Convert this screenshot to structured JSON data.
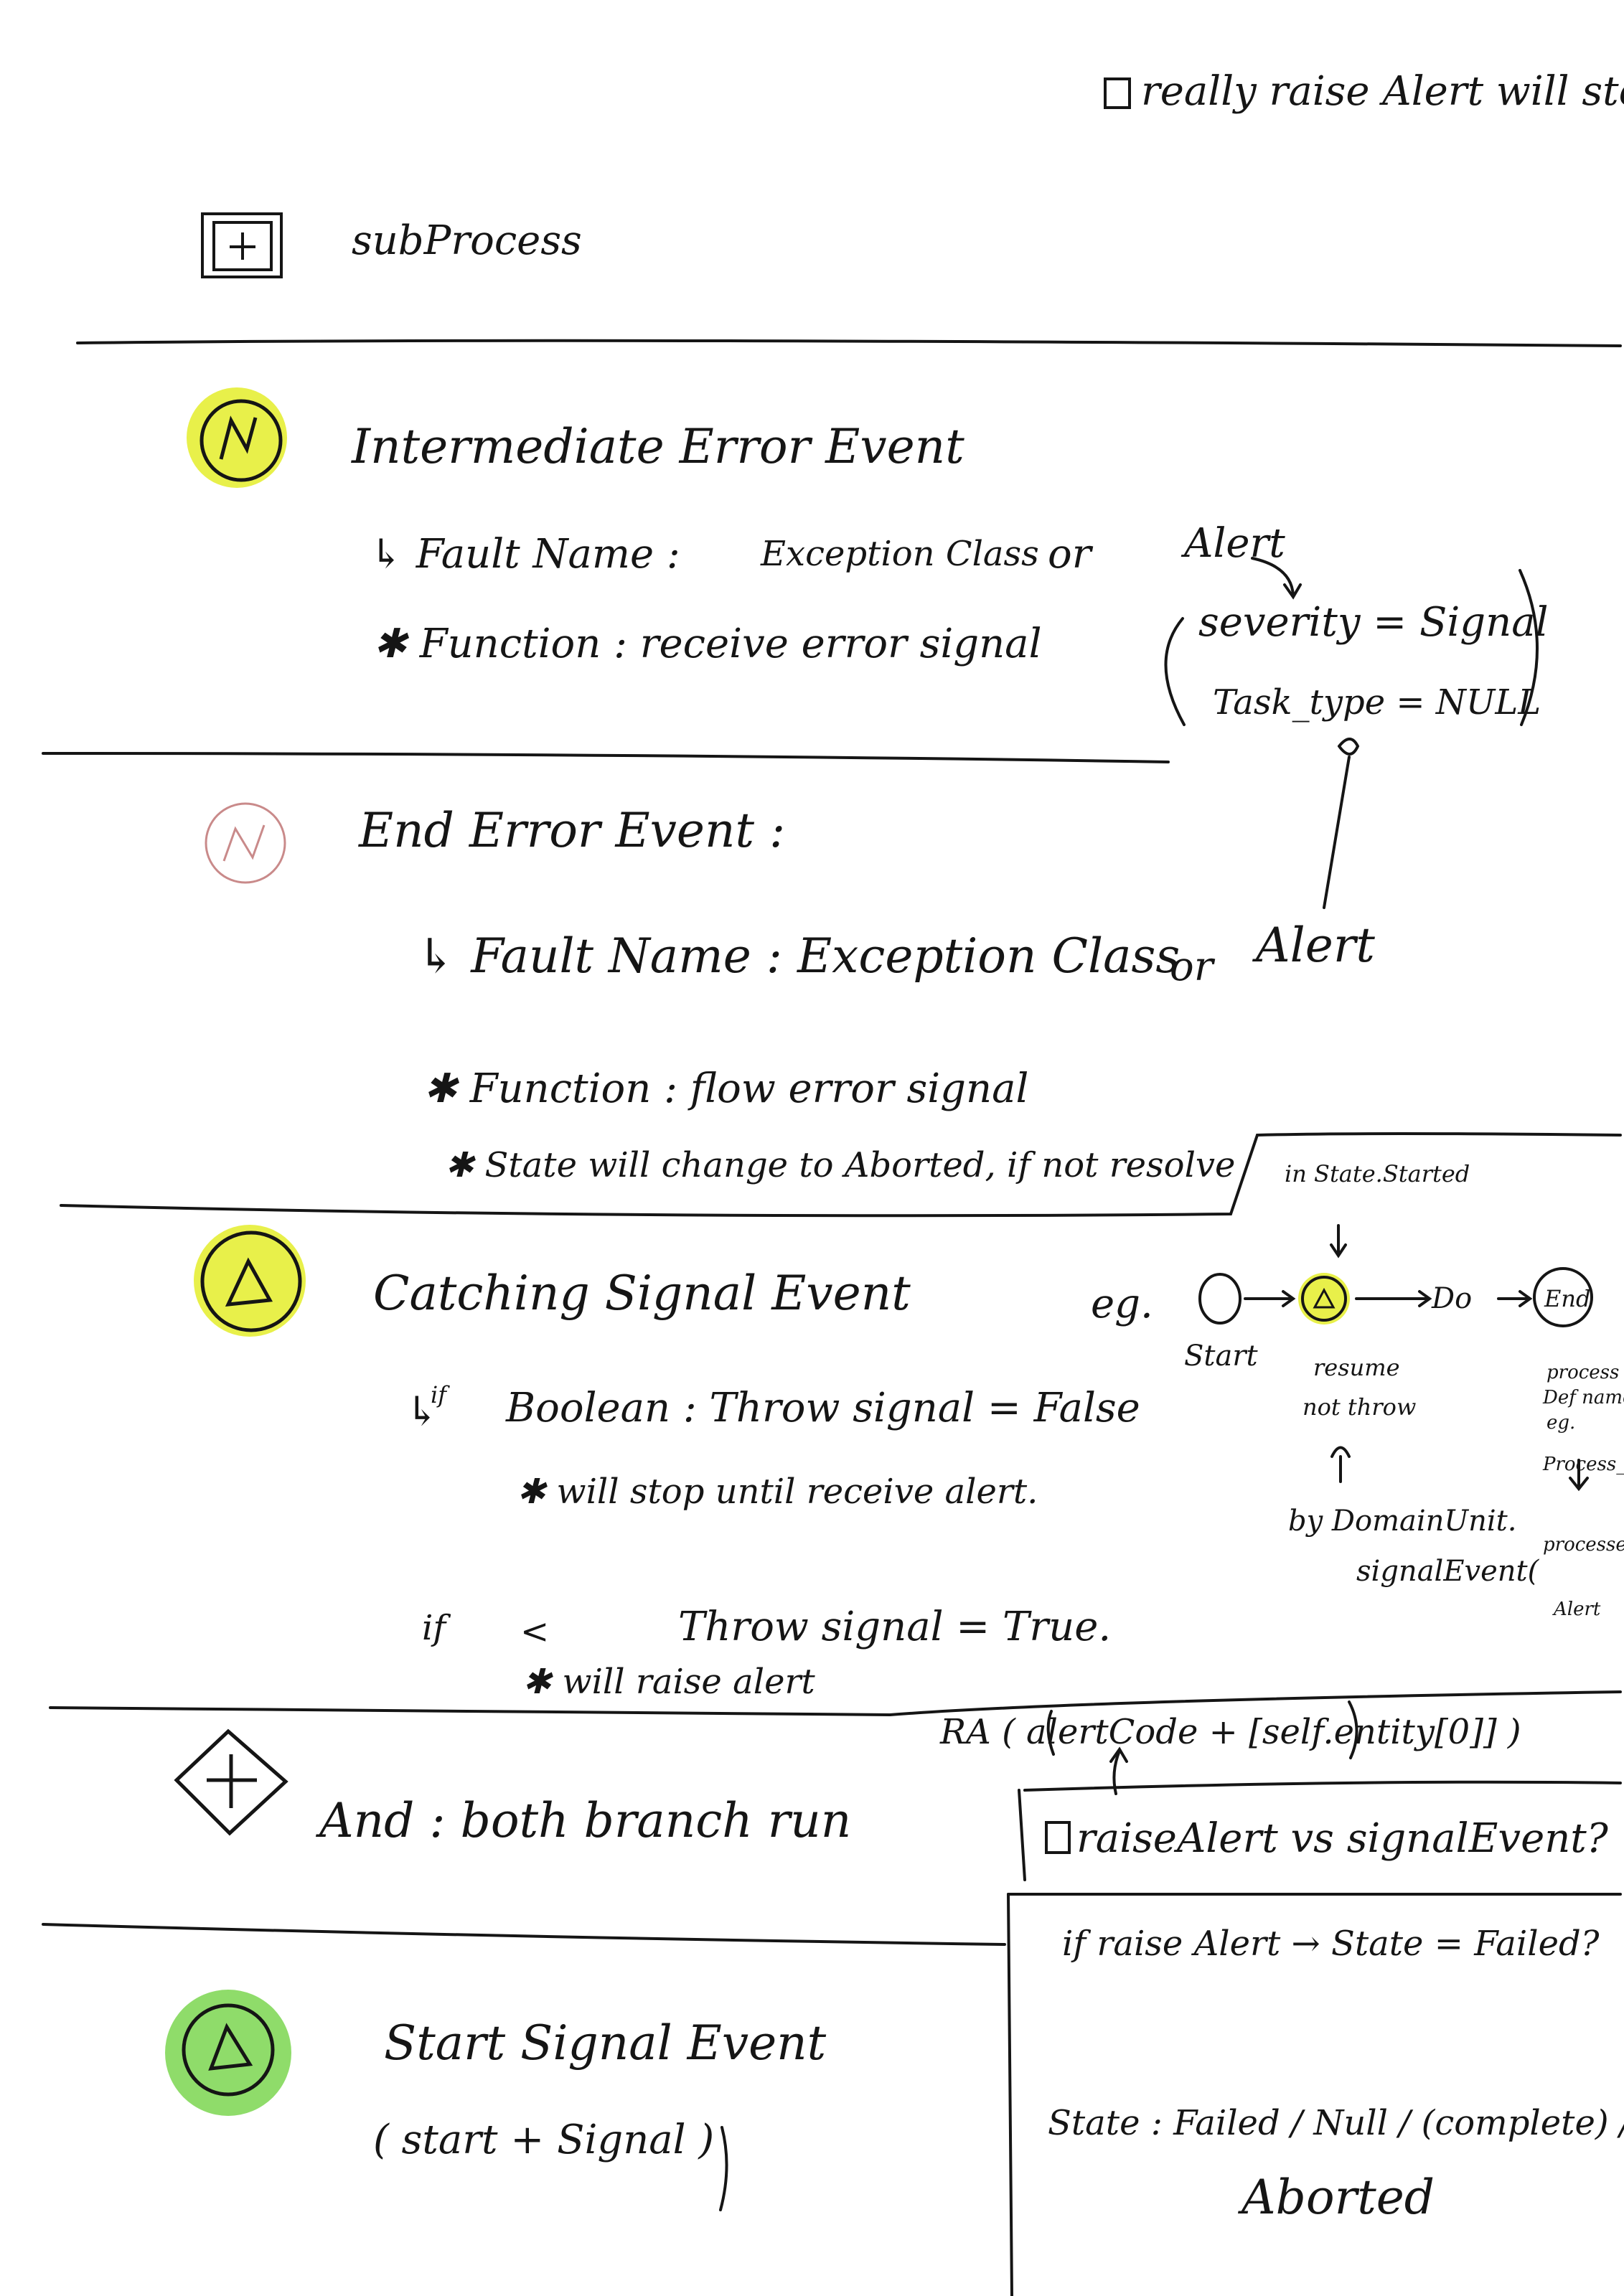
{
  "header_note": "really raise Alert will stop?",
  "sections": {
    "subprocess": {
      "label": "subProcess"
    },
    "intermediate_error": {
      "title": "Intermediate Error Event",
      "line1": "Fault Name :",
      "line1_value": "Exception Class",
      "line1_or": "or",
      "line2": "Function : receive error signal",
      "alert_label": "Alert",
      "severity": "severity = Signal",
      "task_type": "Task_type = NULL"
    },
    "end_error": {
      "title": "End Error Event :",
      "fault": "Fault Name : Exception Class",
      "fault_or": "or",
      "fault_alert": "Alert",
      "function": "Function : flow error signal",
      "state": "State will change to Aborted, if not resolve"
    },
    "catching_signal": {
      "title": "Catching Signal Event",
      "if_label": "if",
      "bool_line": "Boolean : Throw signal = False",
      "note_stop": "will stop until receive alert.",
      "if2": "if",
      "lt": "<",
      "throw_true": "Throw signal = True.",
      "note_raise": "will raise alert",
      "box_label": "in State.Started",
      "eg_label": "eg.",
      "start_label": "Start",
      "do_label": "Do",
      "end_label": "End",
      "resume_label": "resume",
      "not_throw_label": "not throw",
      "process_def_1": "process",
      "process_def_2": "Def name",
      "process_def_3": "eg.",
      "process_x": "Process_X",
      "by_label": "by DomainUnit.",
      "signal_event_label": "signalEvent(",
      "processed_label": "processed",
      "alert_small": "Alert"
    },
    "and_gateway": {
      "title": "And : both branch run",
      "ra_label": "RA ( alertCode + [self.entity[0]] )"
    },
    "start_signal": {
      "title": "Start Signal Event",
      "subtitle": "( start + Signal )"
    },
    "side_box": {
      "question": "raiseAlert vs signalEvent?",
      "if_raise": "if raise Alert → State = Failed?",
      "state_line": "State : Failed / Null / (complete) /",
      "aborted": "Aborted"
    }
  },
  "colors": {
    "ink": "#151515",
    "yellow_highlight": "#e8f04a",
    "green_highlight": "#8fdc6a",
    "pink_outline": "#c98a8a"
  },
  "icons": [
    "checkbox-plus-icon",
    "error-event-icon",
    "end-error-event-icon",
    "signal-event-icon",
    "parallel-gateway-icon",
    "start-signal-event-icon"
  ]
}
